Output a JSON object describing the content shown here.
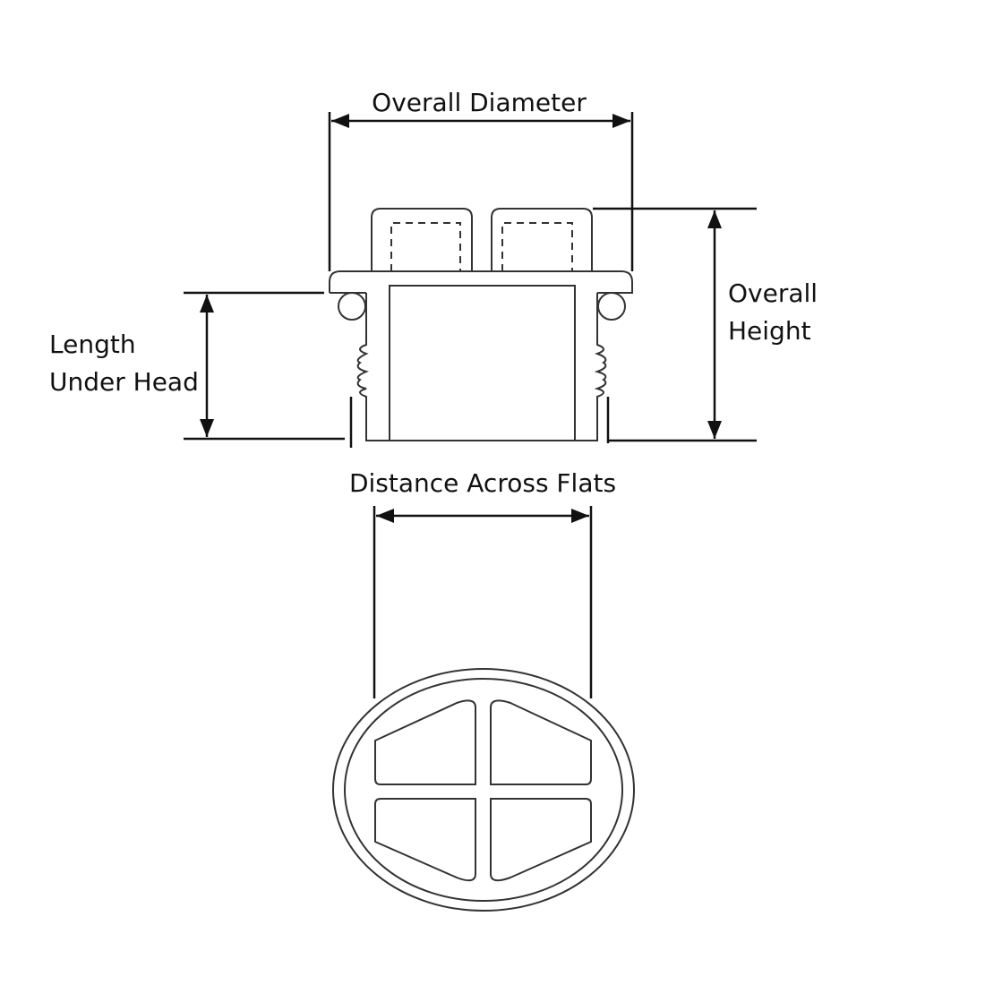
{
  "title": "Plug dimension diagram",
  "labels": {
    "overall_diameter": "Overall Diameter",
    "overall_height_line1": "Overall",
    "overall_height_line2": "Height",
    "length_under_head_line1": "Length",
    "length_under_head_line2": "Under Head",
    "distance_across_flats": "Distance Across Flats"
  },
  "colors": {
    "line": "#111111",
    "part": "#333333"
  }
}
